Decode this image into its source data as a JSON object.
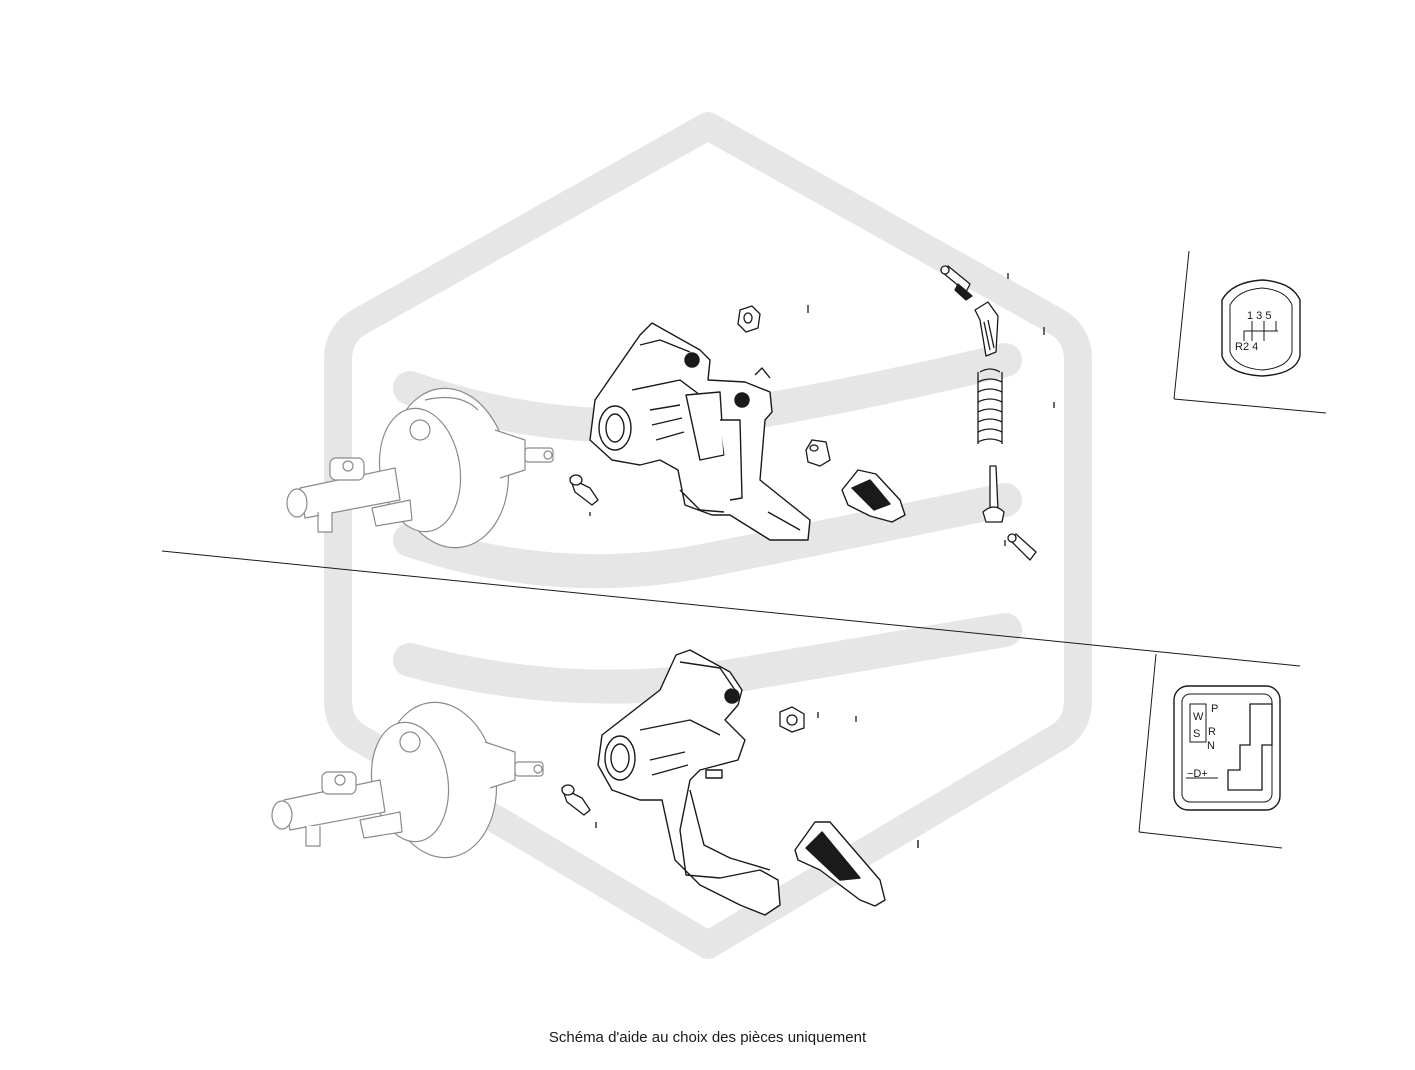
{
  "caption": "Schéma d'aide au choix des pièces uniquement",
  "manual_gearbox_icon": {
    "top_row": "1 3 5",
    "bottom_row": "R2 4"
  },
  "automatic_gearbox_icon": {
    "p": "P",
    "r": "R",
    "n": "N",
    "w": "W",
    "s": "S",
    "d": "−D+"
  },
  "colors": {
    "line": "#1a1a1a",
    "watermark": "#e6e6e6",
    "faded_part": "#8a8a8a"
  }
}
